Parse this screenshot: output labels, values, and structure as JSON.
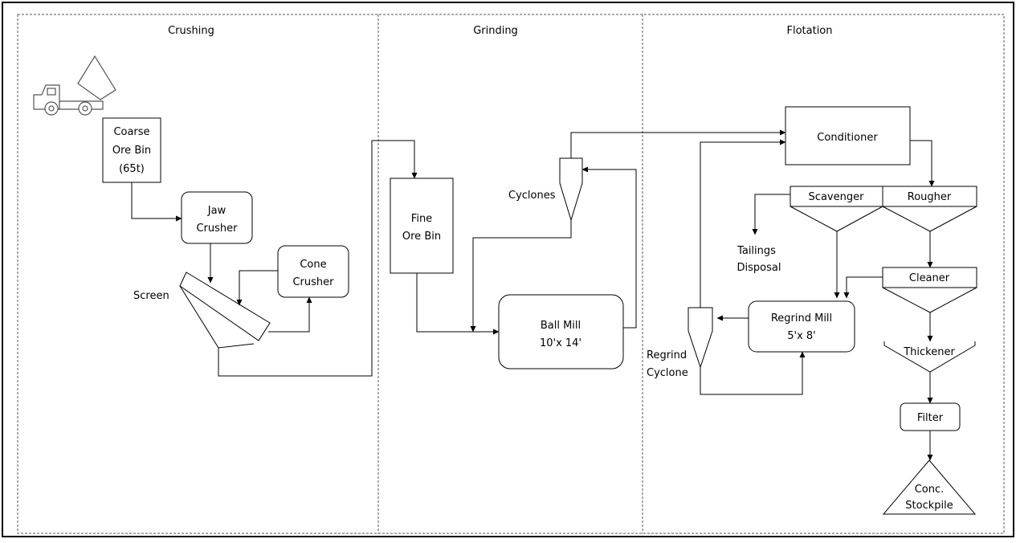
{
  "sections": {
    "crushing": "Crushing",
    "grinding": "Grinding",
    "flotation": "Flotation"
  },
  "nodes": {
    "coarse_ore_bin": [
      "Coarse",
      "Ore Bin",
      "(65t)"
    ],
    "jaw_crusher": [
      "Jaw",
      "Crusher"
    ],
    "cone_crusher": [
      "Cone",
      "Crusher"
    ],
    "screen": "Screen",
    "fine_ore_bin": [
      "Fine",
      "Ore Bin"
    ],
    "cyclones": "Cyclones",
    "ball_mill": [
      "Ball Mill",
      "10'x 14'"
    ],
    "conditioner": "Conditioner",
    "scavenger": "Scavenger",
    "rougher": "Rougher",
    "tailings_disposal": [
      "Tailings",
      "Disposal"
    ],
    "cleaner": "Cleaner",
    "regrind_mill": [
      "Regrind Mill",
      "5'x 8'"
    ],
    "regrind_cyclone": [
      "Regrind",
      "Cyclone"
    ],
    "thickener": "Thickener",
    "filter": "Filter",
    "conc_stockpile": [
      "Conc.",
      "Stockpile"
    ]
  },
  "icons": {
    "dump_truck": "dump-truck-icon"
  }
}
